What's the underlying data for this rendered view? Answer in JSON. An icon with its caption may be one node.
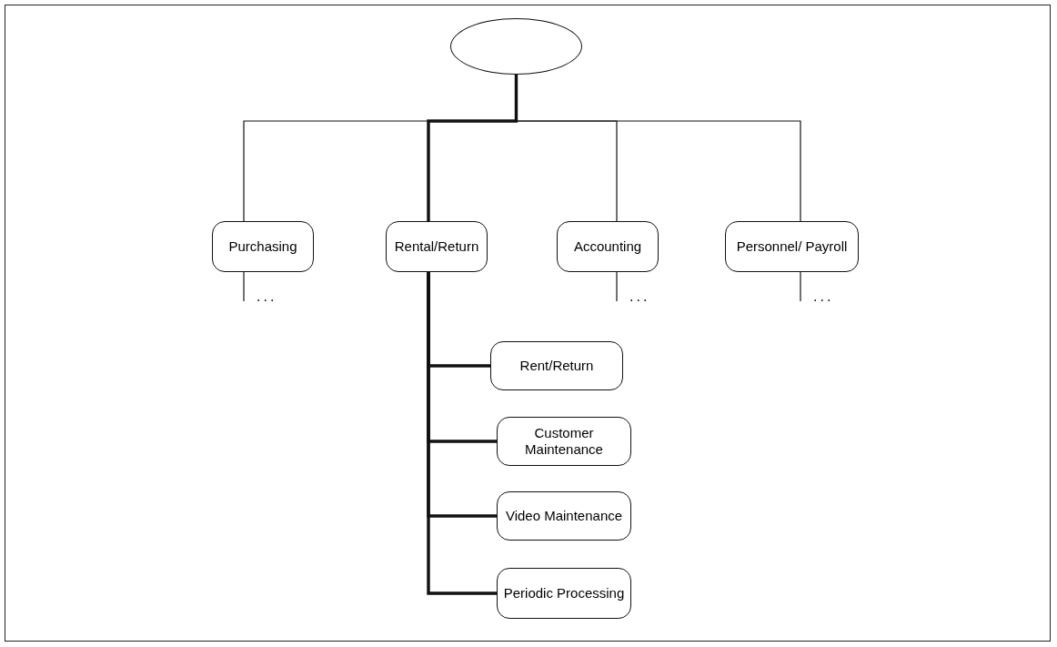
{
  "diagram": {
    "nodes": [
      {
        "text": [],
        "shape": "ellipse"
      },
      {
        "text": [
          "Purchasing"
        ]
      },
      {
        "text": [
          "Rental/Return"
        ]
      },
      {
        "text": [
          "Accounting"
        ]
      },
      {
        "text": [
          "Personnel/ Payroll"
        ]
      },
      {
        "text": [
          "Rent/Return"
        ]
      },
      {
        "text": [
          "Customer Maintenance"
        ]
      },
      {
        "text": [
          "Video Maintenance"
        ]
      },
      {
        "text": [
          "Periodic Processing"
        ]
      }
    ],
    "edges": [
      {
        "from": 0,
        "to": 1,
        "arrow": "none"
      },
      {
        "from": 0,
        "to": 2,
        "arrow": "none",
        "style": "thick"
      },
      {
        "from": 0,
        "to": 3,
        "arrow": "none"
      },
      {
        "from": 0,
        "to": 4,
        "arrow": "none"
      },
      {
        "from": 1,
        "to": null,
        "arrow": "none"
      },
      {
        "from": 3,
        "to": null,
        "arrow": "none"
      },
      {
        "from": 4,
        "to": null,
        "arrow": "none"
      },
      {
        "from": 2,
        "to": 5,
        "arrow": "none",
        "style": "thick"
      },
      {
        "from": 2,
        "to": 6,
        "arrow": "none",
        "style": "thick"
      },
      {
        "from": 2,
        "to": 7,
        "arrow": "none",
        "style": "thick"
      },
      {
        "from": 2,
        "to": 8,
        "arrow": "none",
        "style": "thick"
      }
    ],
    "labels": [
      "...",
      "...",
      "..."
    ]
  }
}
